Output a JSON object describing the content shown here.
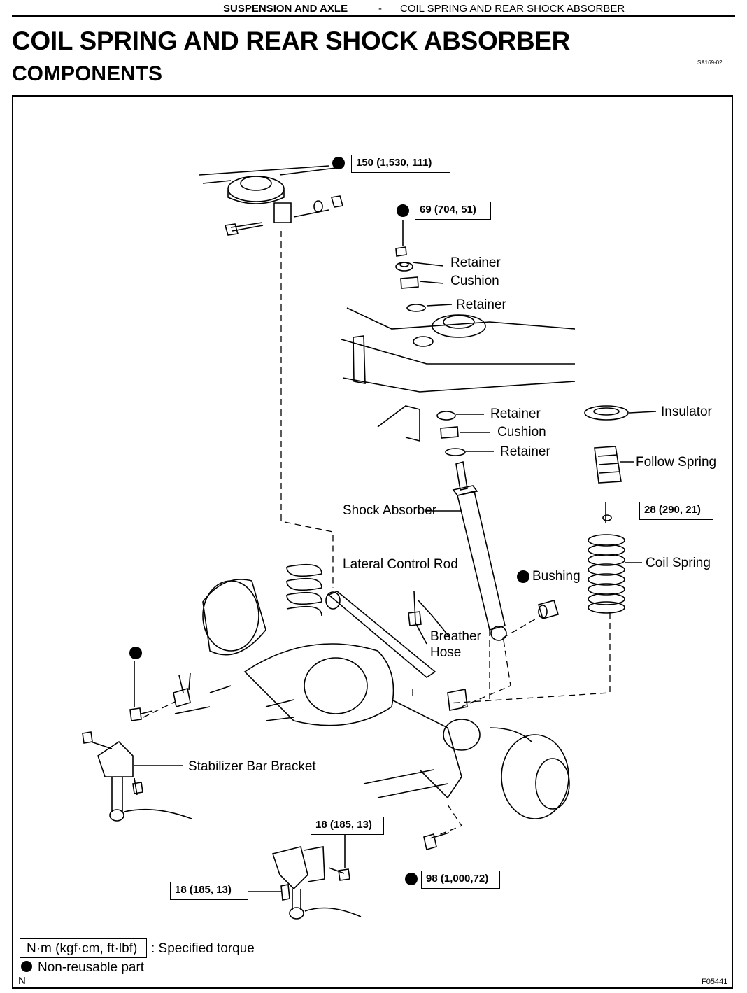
{
  "header": {
    "section": "SUSPENSION AND AXLE",
    "separator": "-",
    "topic": "COIL SPRING AND REAR SHOCK ABSORBER"
  },
  "page_title": "COIL SPRING AND REAR SHOCK ABSORBER",
  "subtitle": "COMPONENTS",
  "ref_code": "SA169-02",
  "torques": {
    "t150": "150 (1,530, 111)",
    "t69": "69 (704, 51)",
    "t28": "28 (290, 21)",
    "t18a": "18 (185, 13)",
    "t18b": "18 (185, 13)",
    "t98": "98 (1,000,72)"
  },
  "labels": {
    "retainer_top": "Retainer",
    "cushion_top": "Cushion",
    "retainer_mid": "Retainer",
    "retainer_low": "Retainer",
    "cushion_low": "Cushion",
    "retainer_bottom": "Retainer",
    "insulator": "Insulator",
    "follow_spring": "Follow Spring",
    "shock_absorber": "Shock Absorber",
    "lateral_control_rod": "Lateral Control Rod",
    "bushing": "Bushing",
    "coil_spring": "Coil Spring",
    "breather_hose_1": "Breather",
    "breather_hose_2": "Hose",
    "stabilizer_bar_bracket": "Stabilizer Bar Bracket"
  },
  "legend": {
    "torque_unit": "N·m (kgf·cm, ft·lbf)",
    "torque_desc": ": Specified torque",
    "nonreusable": "Non-reusable part"
  },
  "footer": {
    "left_code": "N",
    "figure_code": "F05441"
  }
}
